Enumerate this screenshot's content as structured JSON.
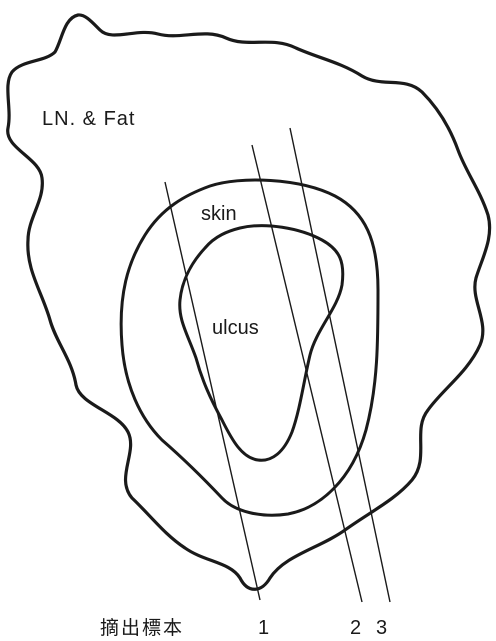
{
  "labels": {
    "ln_fat": "LN. & Fat",
    "skin": "skin",
    "ulcus": "ulcus"
  },
  "caption": "摘出標本",
  "cut_lines": [
    {
      "label": "1"
    },
    {
      "label": "2"
    },
    {
      "label": "3"
    }
  ],
  "colors": {
    "line": "#1a1a1a",
    "background": "#ffffff"
  }
}
